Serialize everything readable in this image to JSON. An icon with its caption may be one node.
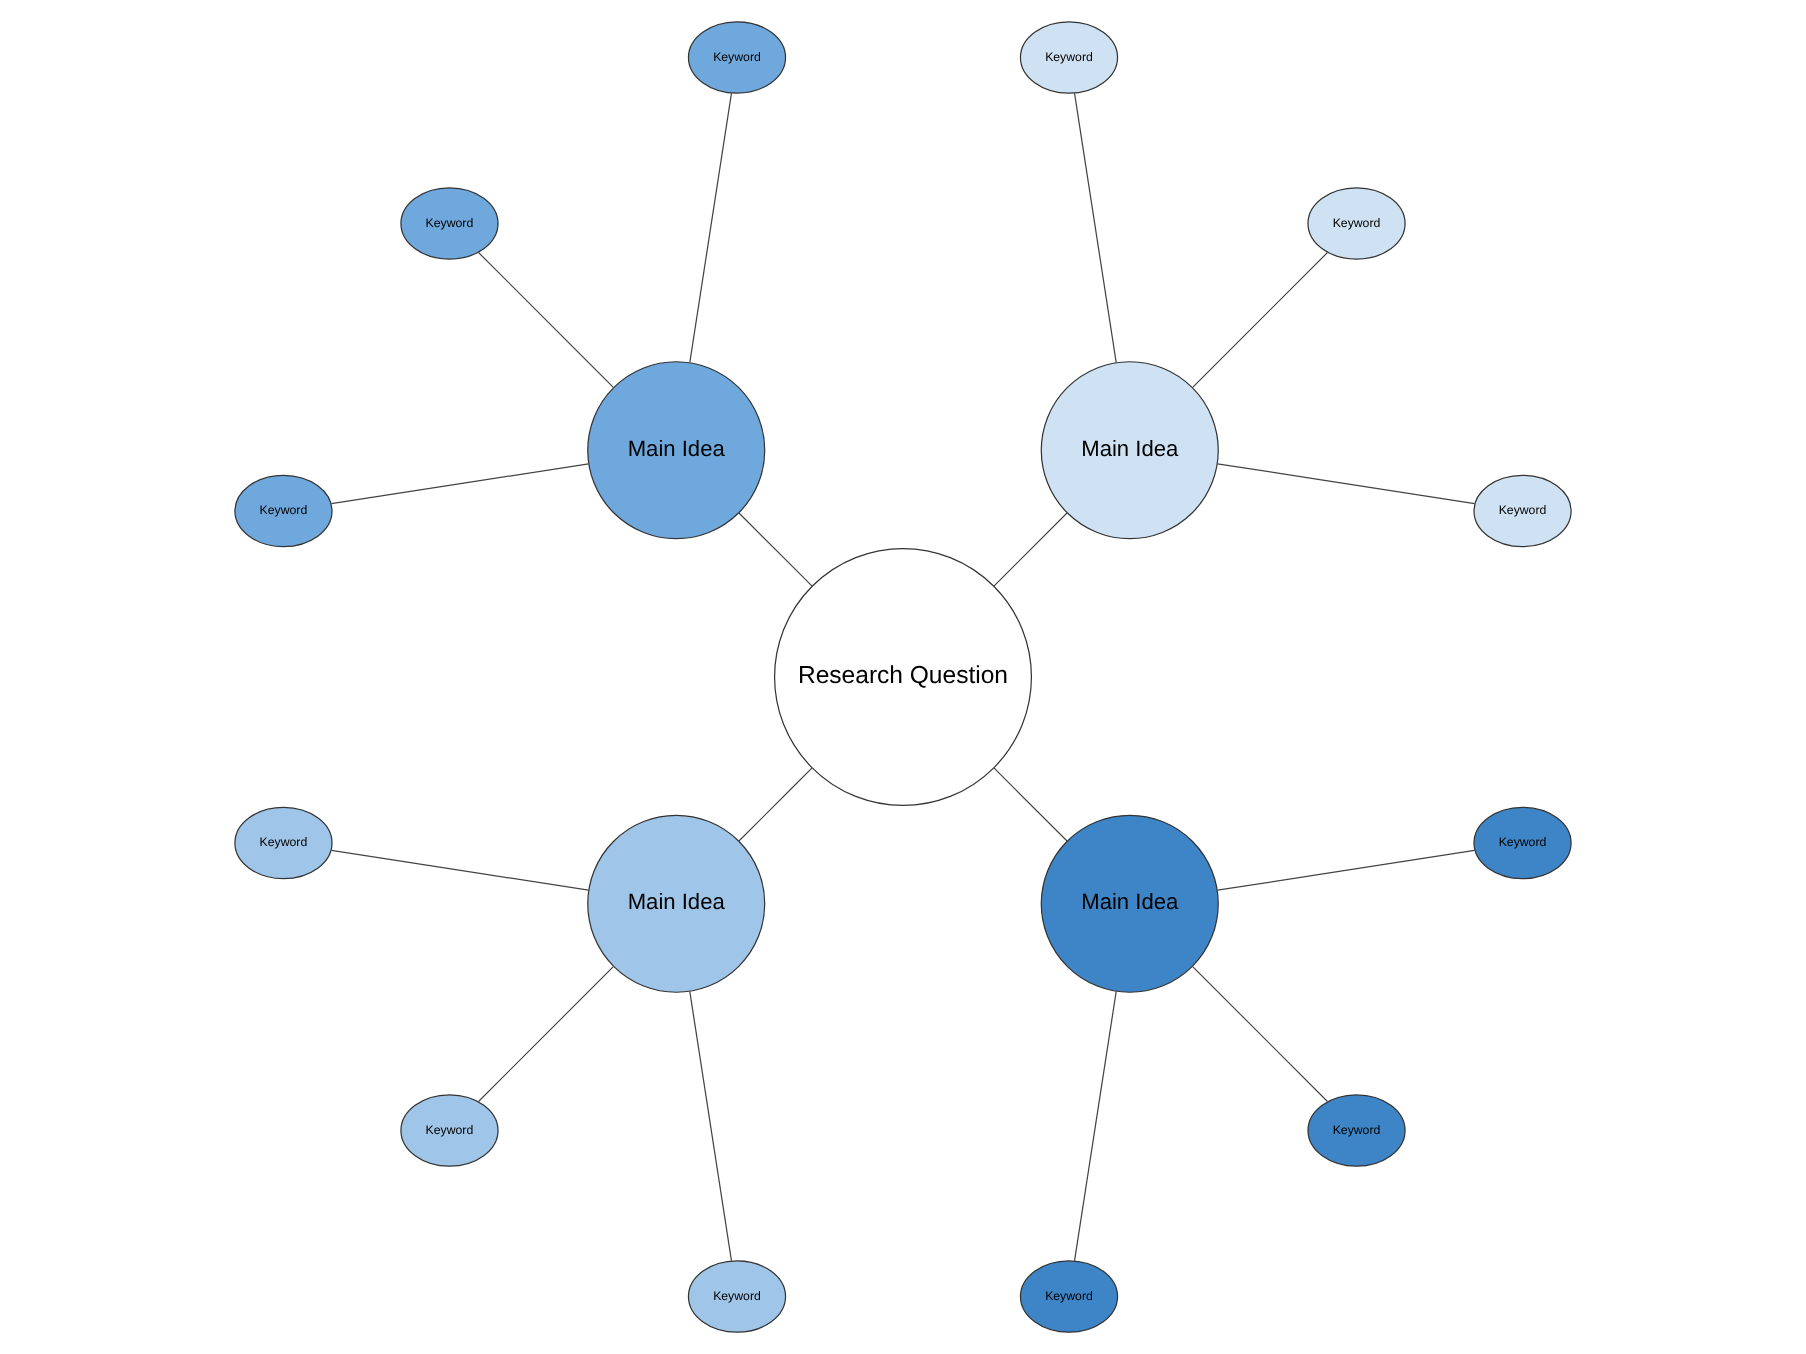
{
  "diagram": {
    "nodes": [
      {
        "text": [
          "Research Question"
        ]
      },
      {
        "text": [
          "Main Idea"
        ]
      },
      {
        "text": [
          "Keyword"
        ]
      },
      {
        "text": [
          "Keyword"
        ]
      },
      {
        "text": [
          "Keyword"
        ]
      },
      {
        "text": [
          "Main Idea"
        ]
      },
      {
        "text": [
          "Keyword"
        ]
      },
      {
        "text": [
          "Keyword"
        ]
      },
      {
        "text": [
          "Keyword"
        ]
      },
      {
        "text": [
          "Main Idea"
        ]
      },
      {
        "text": [
          "Keyword"
        ]
      },
      {
        "text": [
          "Keyword"
        ]
      },
      {
        "text": [
          "Keyword"
        ]
      },
      {
        "text": [
          "Main Idea"
        ]
      },
      {
        "text": [
          "Keyword"
        ]
      },
      {
        "text": [
          "Keyword"
        ]
      },
      {
        "text": [
          "Keyword"
        ]
      }
    ],
    "edges": [
      {
        "from": 0,
        "to": 1,
        "arrow": "none"
      },
      {
        "from": 1,
        "to": 2,
        "arrow": "none"
      },
      {
        "from": 1,
        "to": 3,
        "arrow": "none"
      },
      {
        "from": 1,
        "to": 4,
        "arrow": "none"
      },
      {
        "from": 0,
        "to": 5,
        "arrow": "none"
      },
      {
        "from": 5,
        "to": 6,
        "arrow": "none"
      },
      {
        "from": 5,
        "to": 7,
        "arrow": "none"
      },
      {
        "from": 5,
        "to": 8,
        "arrow": "none"
      },
      {
        "from": 0,
        "to": 9,
        "arrow": "none"
      },
      {
        "from": 9,
        "to": 10,
        "arrow": "none"
      },
      {
        "from": 9,
        "to": 11,
        "arrow": "none"
      },
      {
        "from": 9,
        "to": 12,
        "arrow": "none"
      },
      {
        "from": 0,
        "to": 13,
        "arrow": "none"
      },
      {
        "from": 13,
        "to": 14,
        "arrow": "none"
      },
      {
        "from": 13,
        "to": 15,
        "arrow": "none"
      },
      {
        "from": 13,
        "to": 16,
        "arrow": "none"
      }
    ]
  }
}
